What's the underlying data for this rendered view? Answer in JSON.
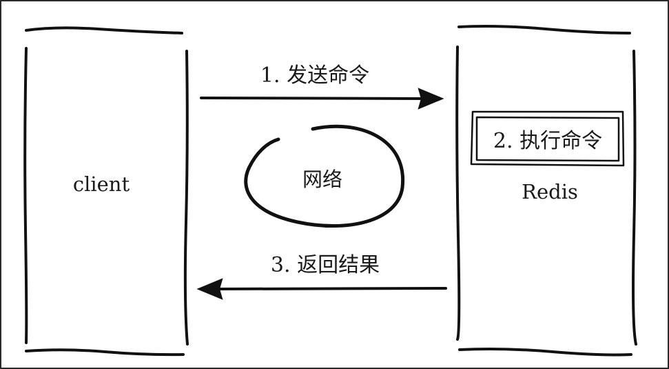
{
  "diagram": {
    "client_label": "client",
    "server_label": "Redis",
    "step1_label": "1. 发送命令",
    "step2_label": "2. 执行命令",
    "step3_label": "3. 返回结果",
    "network_label": "网络",
    "colors": {
      "ink": "#111111",
      "background": "#ffffff"
    }
  }
}
